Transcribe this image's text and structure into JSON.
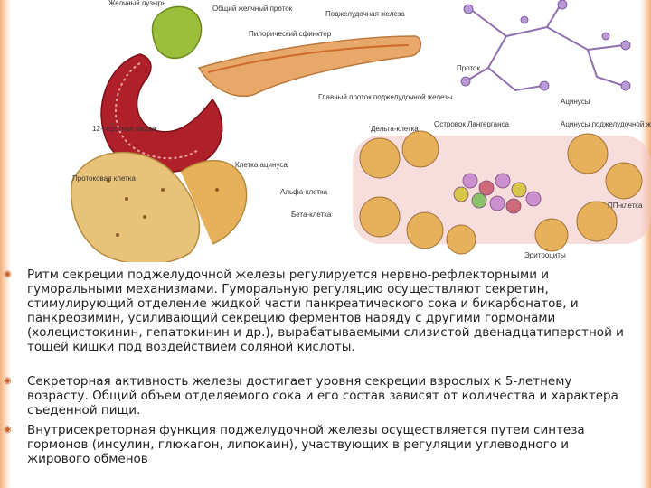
{
  "labels": {
    "gallbladder": "Желчный пузырь",
    "common_bile_duct": "Общий желчный проток",
    "pyloric_sphincter": "Пилорический сфинктер",
    "pancreas": "Поджелудочная железа",
    "main_duct": "Главный проток поджелудочной железы",
    "duodenum": "12-перстная кишка",
    "duct_small": "Проток",
    "acini": "Ацинусы",
    "ductal_cell": "Протоковая клетка",
    "acinus_cell": "Клетка ацинуса",
    "alpha_cell": "Альфа-клетка",
    "beta_cell": "Бета-клетка",
    "delta_cell": "Дельта-клетка",
    "islet": "Островок Лангерганса",
    "pancreas_acini": "Ацинусы поджелудочной железы",
    "pp_cell": "ПП-клетка",
    "erythrocytes": "Эритроциты"
  },
  "bullets": [
    {
      "text": "Ритм секреции поджелудочной железы регулируется нервно-рефлекторными и гуморальными механизмами. Гуморальную регуляцию осуществляют секретин, стимулирующий отделение жидкой части панкреатического сока и бикарбонатов, и панкреозимин, усиливающий секрецию ферментов наряду с другими гормонами (холецистокинин, гепатокинин и др.), вырабатываемыми слизистой двенадцатиперстной и тощей кишки под воздействием соляной кислоты."
    },
    {
      "text": "Секреторная активность железы достигает уровня секреции взрослых к 5-летнему возрасту. Общий объем отделяемого сока и его состав зависят от количества и характера съеденной пищи."
    },
    {
      "text": "Внутрисекреторная функция поджелудочной железы осуществляется путем синтеза гормонов (инсулин, глюкагон, липокаин), участвующих в регуляции углеводного и жирового обменов"
    }
  ],
  "colors": {
    "bullet_marker": "#c8602a",
    "tissue": "#e6b15a",
    "duodenum": "#b0202a",
    "duct": "#9a7ab8"
  }
}
